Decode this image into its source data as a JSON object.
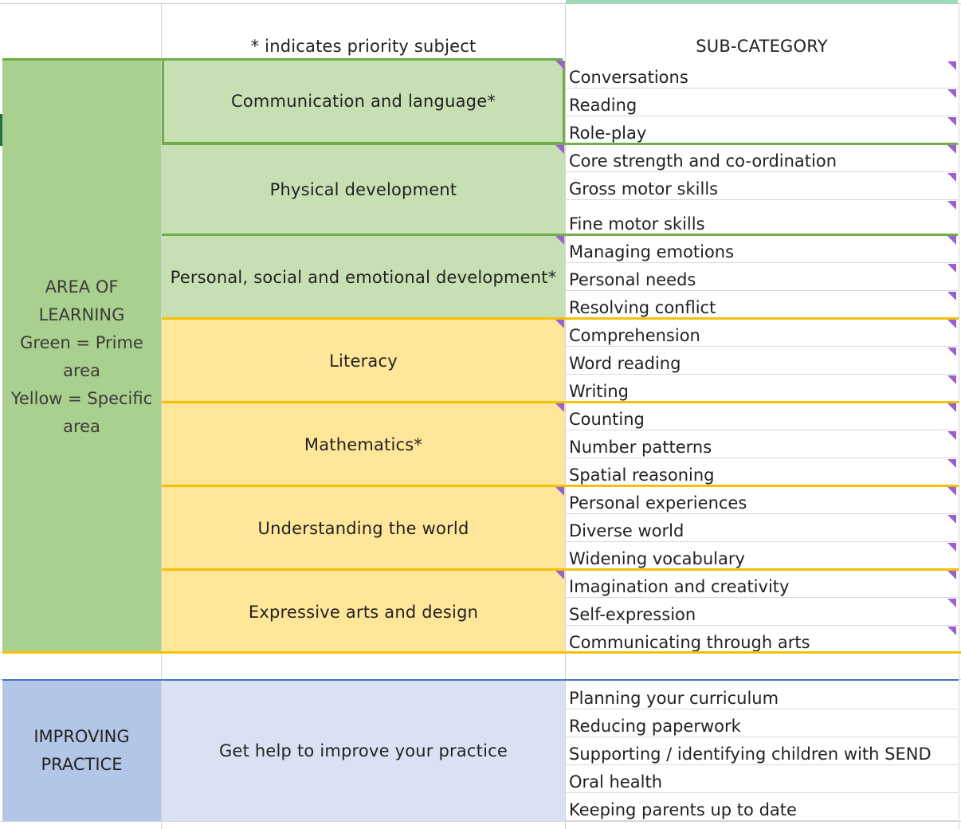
{
  "header": {
    "priority_note": "* indicates priority subject",
    "subcategory_title": "SUB-CATEGORY"
  },
  "colors": {
    "prime_green": "#c6e0b4",
    "area_green": "#a9d08e",
    "specific_yellow": "#ffe699",
    "practice_blue": "#b4c6e7",
    "practice_light": "#d9e1f2",
    "comment_marker": "#9c5fce"
  },
  "area_of_learning": {
    "lines": [
      "AREA OF",
      "LEARNING",
      "Green = Prime",
      "area",
      "Yellow = Specific",
      "area"
    ]
  },
  "categories": [
    {
      "name": "Communication and language*",
      "type": "prime",
      "subs": [
        "Conversations",
        "Reading",
        "Role-play"
      ]
    },
    {
      "name": "Physical development",
      "type": "prime",
      "subs": [
        "Core strength and co-ordination",
        "Gross motor skills",
        "Fine motor skills"
      ]
    },
    {
      "name": "Personal, social and emotional development*",
      "type": "prime",
      "subs": [
        "Managing emotions",
        "Personal needs",
        "Resolving conflict"
      ]
    },
    {
      "name": "Literacy",
      "type": "specific",
      "subs": [
        "Comprehension",
        "Word reading",
        "Writing"
      ]
    },
    {
      "name": "Mathematics*",
      "type": "specific",
      "subs": [
        "Counting",
        "Number patterns",
        "Spatial reasoning"
      ]
    },
    {
      "name": "Understanding the world",
      "type": "specific",
      "subs": [
        "Personal experiences",
        "Diverse world",
        "Widening vocabulary"
      ]
    },
    {
      "name": "Expressive arts and design",
      "type": "specific",
      "subs": [
        "Imagination and creativity",
        "Self-expression",
        "Communicating through arts"
      ]
    }
  ],
  "improving_practice": {
    "lines": [
      "IMPROVING",
      "PRACTICE"
    ],
    "category": "Get help to improve your practice",
    "subs": [
      "Planning your curriculum",
      "Reducing paperwork",
      "Supporting / identifying children with SEND",
      "Oral health",
      "Keeping parents up to date"
    ]
  }
}
